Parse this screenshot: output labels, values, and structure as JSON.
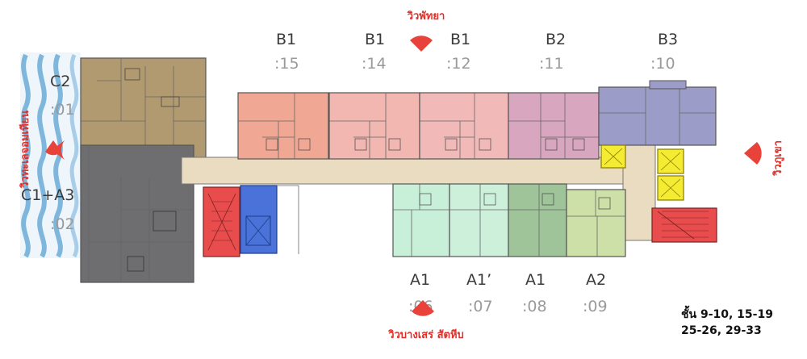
{
  "views": {
    "top": "วิวพัทยา",
    "left": "วิวทะเลจอมเทียน",
    "right": "วิวภูเขา",
    "bottom": "วิวบางเสร่ สัตหีบ"
  },
  "units": {
    "c2": {
      "type": "C2",
      "no": ":01",
      "color": "#b29a70"
    },
    "c1a3": {
      "type": "C1+A3",
      "no": ":02",
      "color": "#6e6e70"
    },
    "b1_15": {
      "type": "B1",
      "no": ":15",
      "color": "#f0a894"
    },
    "b1_14": {
      "type": "B1",
      "no": ":14",
      "color": "#f2b7b0"
    },
    "b1_12": {
      "type": "B1",
      "no": ":12",
      "color": "#f2b9b9"
    },
    "b2_11": {
      "type": "B2",
      "no": ":11",
      "color": "#d8a6be"
    },
    "b3_10": {
      "type": "B3",
      "no": ":10",
      "color": "#9c9cc8"
    },
    "a1_06": {
      "type": "A1",
      "no": ":06",
      "color": "#c8f0d8"
    },
    "a1p_07": {
      "type": "A1’",
      "no": ":07",
      "color": "#ccf0da"
    },
    "a1_08": {
      "type": "A1",
      "no": ":08",
      "color": "#9fc49a"
    },
    "a2_09": {
      "type": "A2",
      "no": ":09",
      "color": "#cde0a8"
    }
  },
  "floors": {
    "line1": "ชั้น 9-10, 15-19",
    "line2": "25-26, 29-33"
  },
  "colors": {
    "corridor": "#e9dcc1",
    "stair": "#e84c4c",
    "lift_blue": "#4a72d8",
    "lift_yellow": "#f4ec32",
    "waves": "#7fb6dc",
    "view_marker": "#e8423a"
  }
}
